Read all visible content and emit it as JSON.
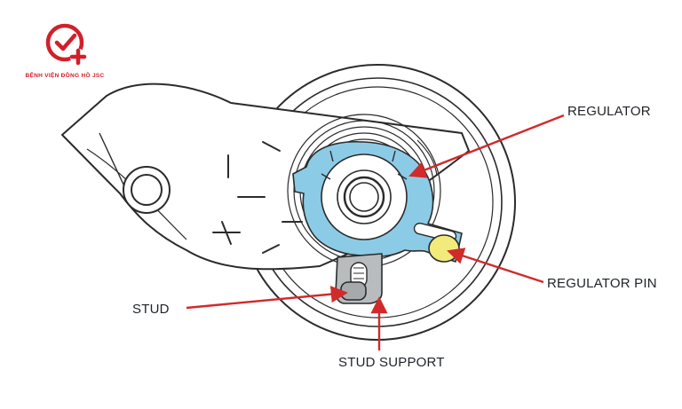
{
  "logo": {
    "brand_text": "BỆNH VIỆN ĐỒNG HỒ JSC",
    "icon": "clock-check-plus-icon",
    "color": "#d1202a"
  },
  "labels": {
    "regulator": "REGULATOR",
    "regulator_pin": "REGULATOR PIN",
    "stud": "STUD",
    "stud_support": "STUD SUPPORT"
  },
  "colors": {
    "outline": "#2b2b2b",
    "regulator": "#8ccbe6",
    "regulator_pin": "#f2ea7a",
    "stud_support": "#b9bcbe",
    "stud": "#a7aaad",
    "arrow": "#d12a2a"
  },
  "scale_marks": [
    "+",
    "−"
  ]
}
